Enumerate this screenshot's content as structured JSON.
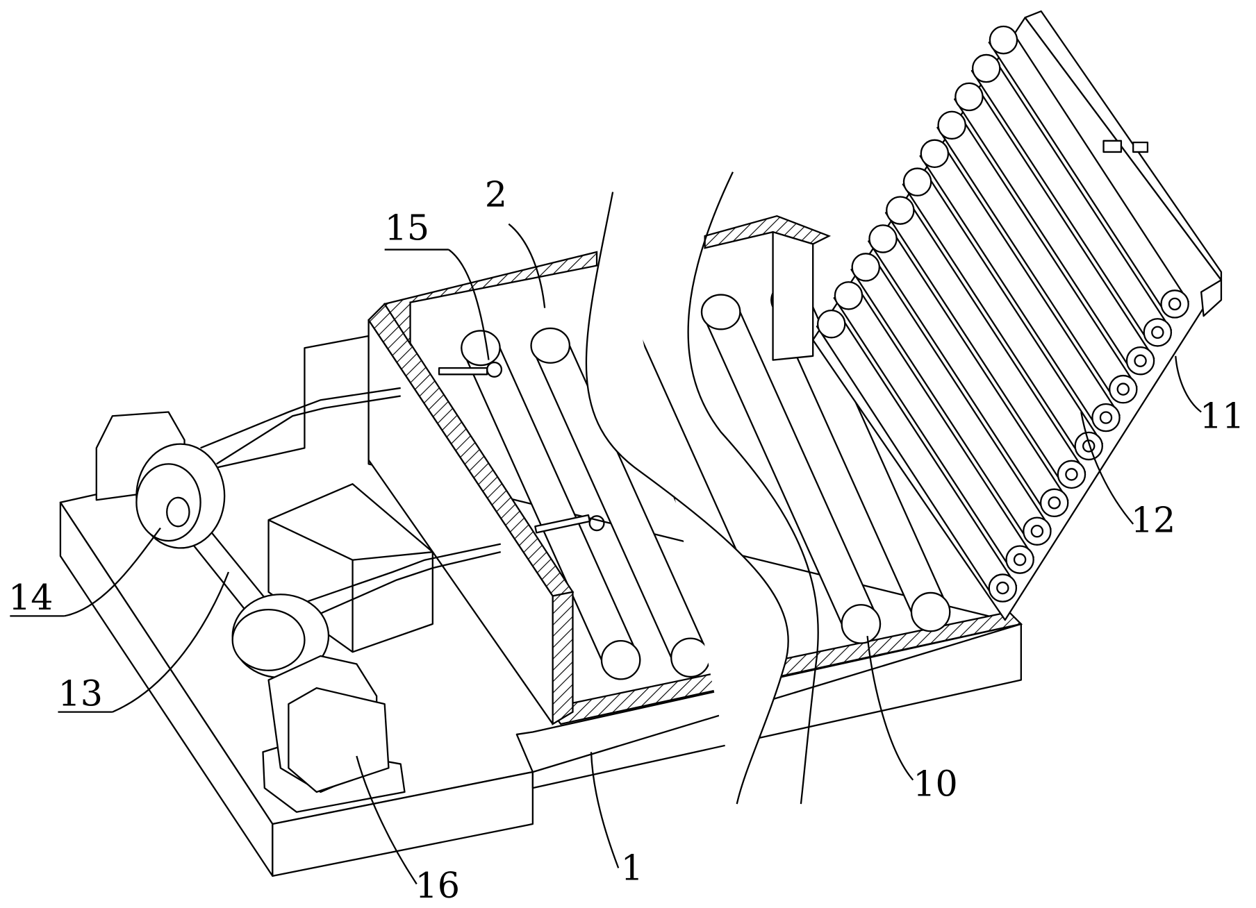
{
  "figure": {
    "labels": {
      "base": "1",
      "channel": "2",
      "conveyor_rollers": "10",
      "tilting_plate": "11",
      "plate_rollers": "12",
      "shaft": "13",
      "pulley": "14",
      "hook": "15",
      "motor": "16"
    }
  }
}
